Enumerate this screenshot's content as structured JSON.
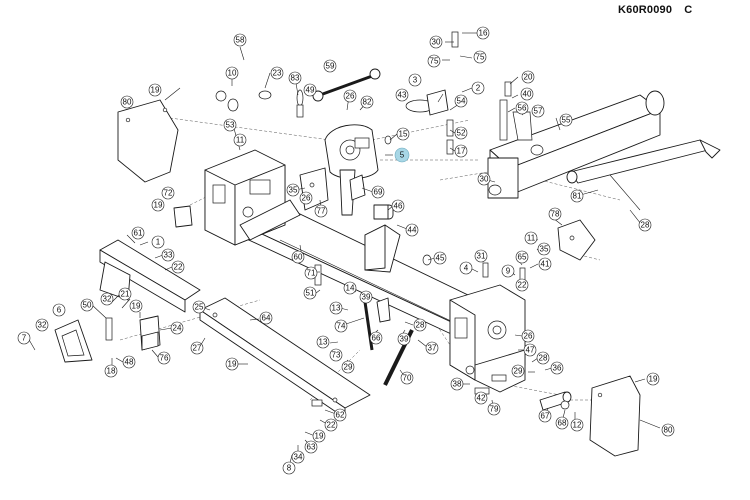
{
  "header": {
    "doc_code": "K60R0090",
    "revision": "C"
  },
  "callouts": {
    "c58": "58",
    "c10": "10",
    "c23": "23",
    "c83": "83",
    "c49": "49",
    "c59": "59",
    "c26a": "26",
    "c82": "82",
    "c80a": "80",
    "c19a": "19",
    "c53": "53",
    "c11a": "11",
    "c72": "72",
    "c19b": "19",
    "c3": "3",
    "c43": "43",
    "c54": "54",
    "c2": "2",
    "c30a": "30",
    "c16": "16",
    "c75a": "75",
    "c75b": "75",
    "c20": "20",
    "c40": "40",
    "c56": "56",
    "c57": "57",
    "c55": "55",
    "c52": "52",
    "c17": "17",
    "c15": "15",
    "c5": "5",
    "c35a": "35",
    "c26b": "26",
    "c77": "77",
    "c69": "69",
    "c46": "46",
    "c30b": "30",
    "c81": "81",
    "c28a": "28",
    "c78": "78",
    "c11b": "11",
    "c35b": "35",
    "c61": "61",
    "c1": "1",
    "c33": "33",
    "c22a": "22",
    "c60": "60",
    "c44": "44",
    "c45": "45",
    "c31": "31",
    "c4": "4",
    "c65": "65",
    "c9": "9",
    "c41": "41",
    "c22b": "22",
    "c71": "71",
    "c51": "51",
    "c14": "14",
    "c39a": "39",
    "c13a": "13",
    "c50": "50",
    "c32a": "32",
    "c21": "21",
    "c6": "6",
    "c32b": "32",
    "c25": "25",
    "c24": "24",
    "c64": "64",
    "c74": "74",
    "c7": "7",
    "c18": "18",
    "c48": "48",
    "c76": "76",
    "c27": "27",
    "c13b": "13",
    "c73": "73",
    "c66": "66",
    "c29a": "29",
    "c39b": "39",
    "c28b": "28",
    "c37": "37",
    "c26c": "26",
    "c47": "47",
    "c19c": "19",
    "c29b": "29",
    "c70": "70",
    "c28c": "28",
    "c36": "36",
    "c38": "38",
    "c42": "42",
    "c79": "79",
    "c19d": "19",
    "c62": "62",
    "c22c": "22",
    "c19e": "19",
    "c63": "63",
    "c34": "34",
    "c8": "8",
    "c67": "67",
    "c68": "68",
    "c12": "12",
    "c80b": "80",
    "c19f": "19"
  },
  "highlight_color": "#a8d7e6"
}
